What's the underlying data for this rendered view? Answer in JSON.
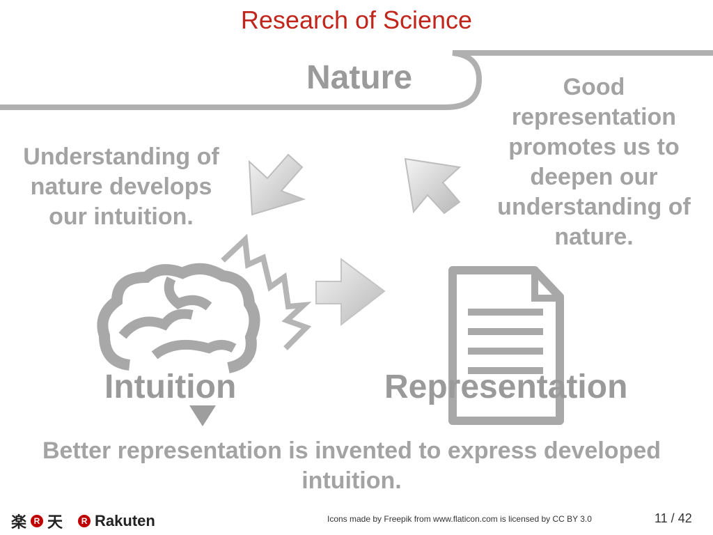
{
  "slide": {
    "title": "Research of Science",
    "nature_label": "Nature",
    "left_callout": "Understanding of nature develops our intuition.",
    "right_callout": "Good representation promotes us to deepen our understanding of nature.",
    "intuition_label": "Intuition",
    "representation_label": "Representation",
    "bottom_callout": "Better representation is invented to express developed intuition."
  },
  "footer": {
    "logo_kanji_left": "楽",
    "logo_kanji_right": "天",
    "logo_r": "R",
    "brand_name": "Rakuten",
    "credit": "Icons made by Freepik from www.flaticon.com is licensed by CC BY 3.0",
    "page": "11 / 42"
  },
  "colors": {
    "title": "#c0261c",
    "gray": "#9a9a9a",
    "brand_red": "#bf0000"
  },
  "icons": [
    "brain-icon",
    "document-icon",
    "lightning-bolt-icon",
    "arrow-right-icon",
    "arrow-down-left-icon",
    "arrow-up-left-icon",
    "triangle-down-icon"
  ]
}
